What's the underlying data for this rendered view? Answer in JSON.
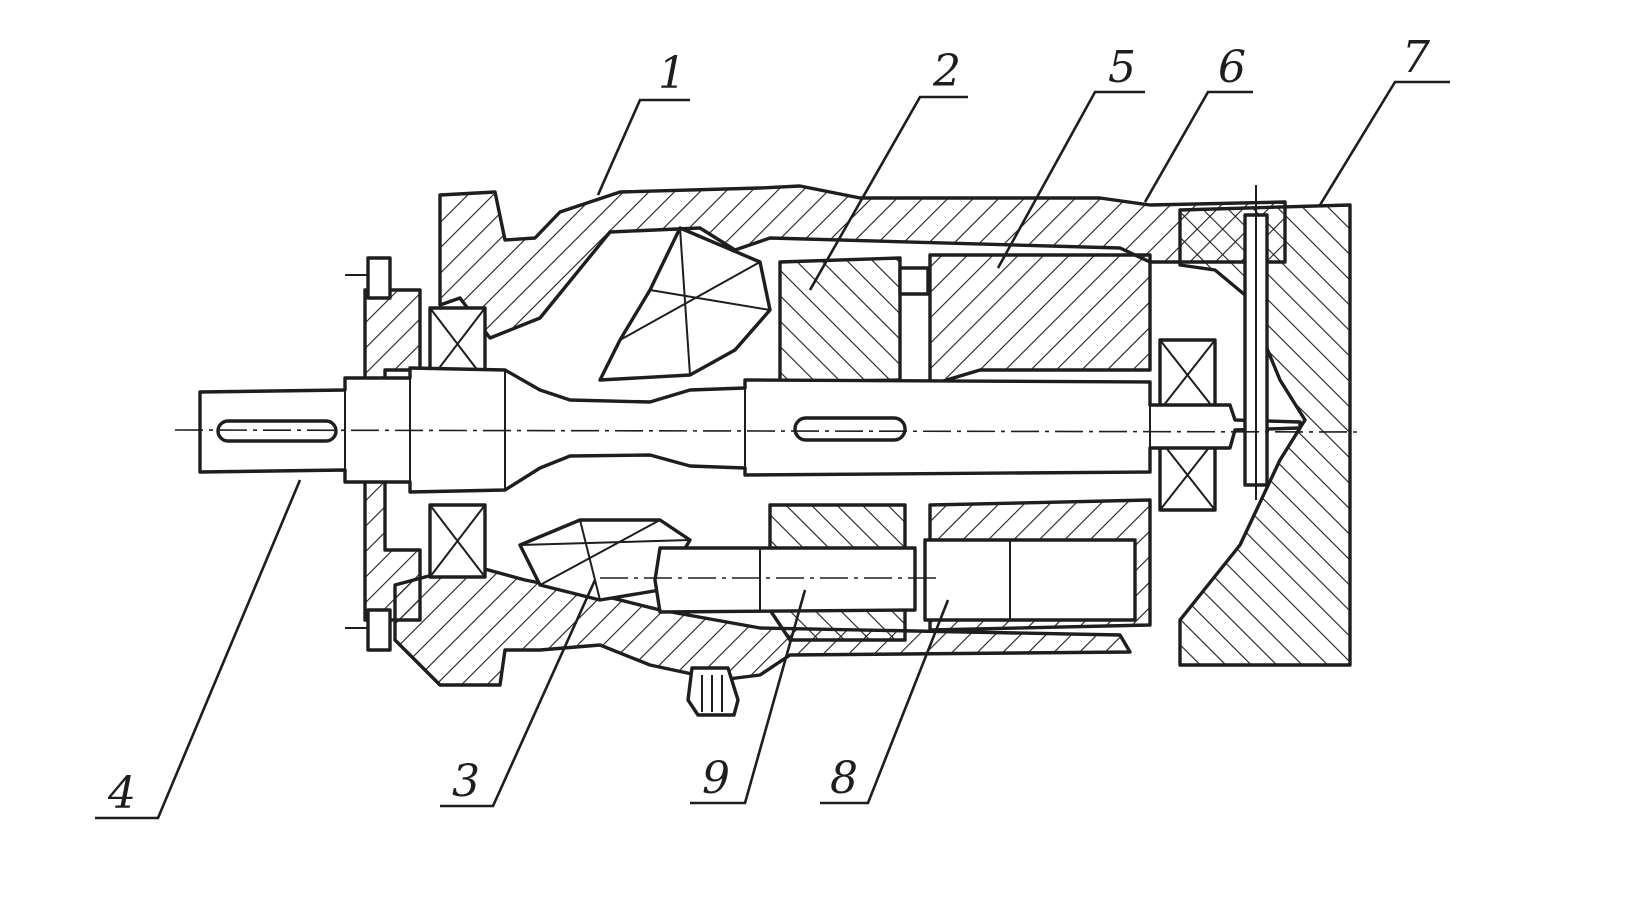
{
  "colors": {
    "ink": "#1e1e1e",
    "paper": "#ffffff"
  },
  "labels": {
    "part_1": "1",
    "part_2": "2",
    "part_3": "3",
    "part_4": "4",
    "part_5": "5",
    "part_6": "6",
    "part_7": "7",
    "part_8": "8",
    "part_9": "9"
  }
}
